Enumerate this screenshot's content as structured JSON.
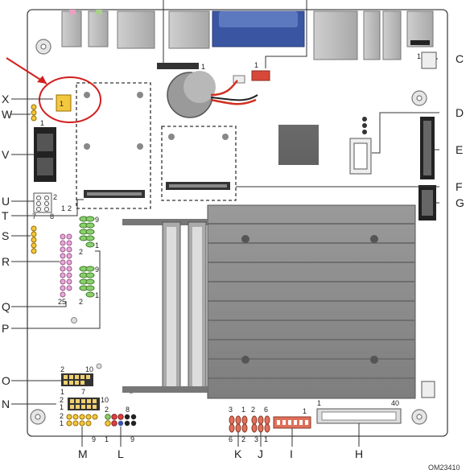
{
  "figure_id": "OM23410",
  "callouts_left": [
    "X",
    "W",
    "V",
    "U",
    "T",
    "S",
    "R",
    "Q",
    "P",
    "O",
    "N"
  ],
  "callouts_right": [
    "C",
    "D",
    "E",
    "F",
    "G"
  ],
  "callouts_bottom": [
    "M",
    "L",
    "K",
    "J",
    "I",
    "H"
  ],
  "pin_labels": {
    "c_1": "1",
    "x_1": "1",
    "u_2": "2",
    "u_7": "7",
    "u_8": "8",
    "t_1": "1",
    "t_2": "2",
    "r_25": "25",
    "upper_hdr_9": "9",
    "upper_hdr_2": "2",
    "upper_hdr_1": "1",
    "lower_hdr_9": "9",
    "lower_hdr_2": "2",
    "lower_hdr_1": "1",
    "o_2": "2",
    "o_10": "10",
    "o_1": "1",
    "o_7": "7",
    "n_2a": "2",
    "n_1a": "1",
    "n_10": "10",
    "n_2b": "2",
    "n_1b": "1",
    "m_9": "9",
    "l_2": "2",
    "l_8": "8",
    "l_1": "1",
    "l_9": "9",
    "k_3": "3",
    "k_2": "2",
    "k_6": "6",
    "k_1": "1",
    "j_2": "2",
    "j_6": "6",
    "j_3": "3",
    "j_1": "1",
    "i_1": "1",
    "h_1": "1",
    "h_40": "40",
    "top_1": "1",
    "red_1": "1"
  }
}
